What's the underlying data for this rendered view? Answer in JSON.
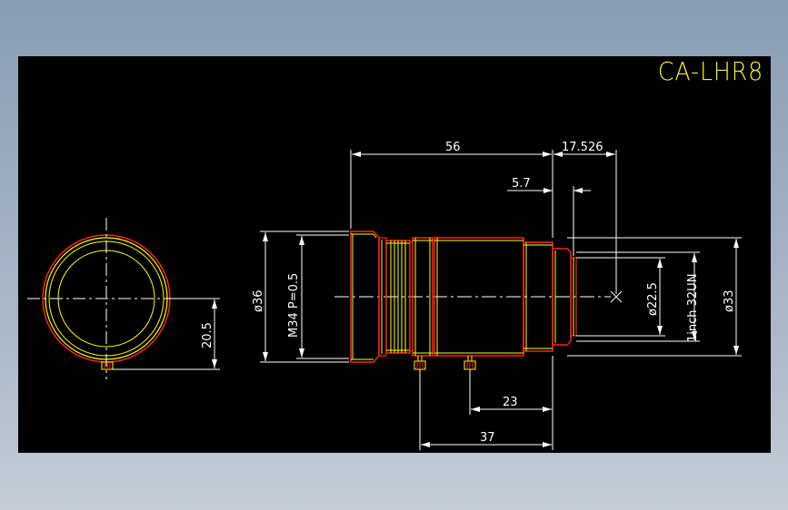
{
  "drawing": {
    "title": "CA-LHR8",
    "colors": {
      "background": "#000000",
      "outline": "#ffff00",
      "silhouette": "#ff2020",
      "dimension": "#ffffff",
      "title": "#f3f02a"
    },
    "dimensions": {
      "length_56": "56",
      "length_17526": "17.526",
      "length_57": "5.7",
      "dia_36": "ø36",
      "thread_m34": "M34  P=0.5",
      "dia_225": "ø22.5",
      "thread_1inch": "1inch  32UN",
      "dia_33": "ø33",
      "offset_205": "20.5",
      "length_23": "23",
      "length_37": "37"
    }
  }
}
